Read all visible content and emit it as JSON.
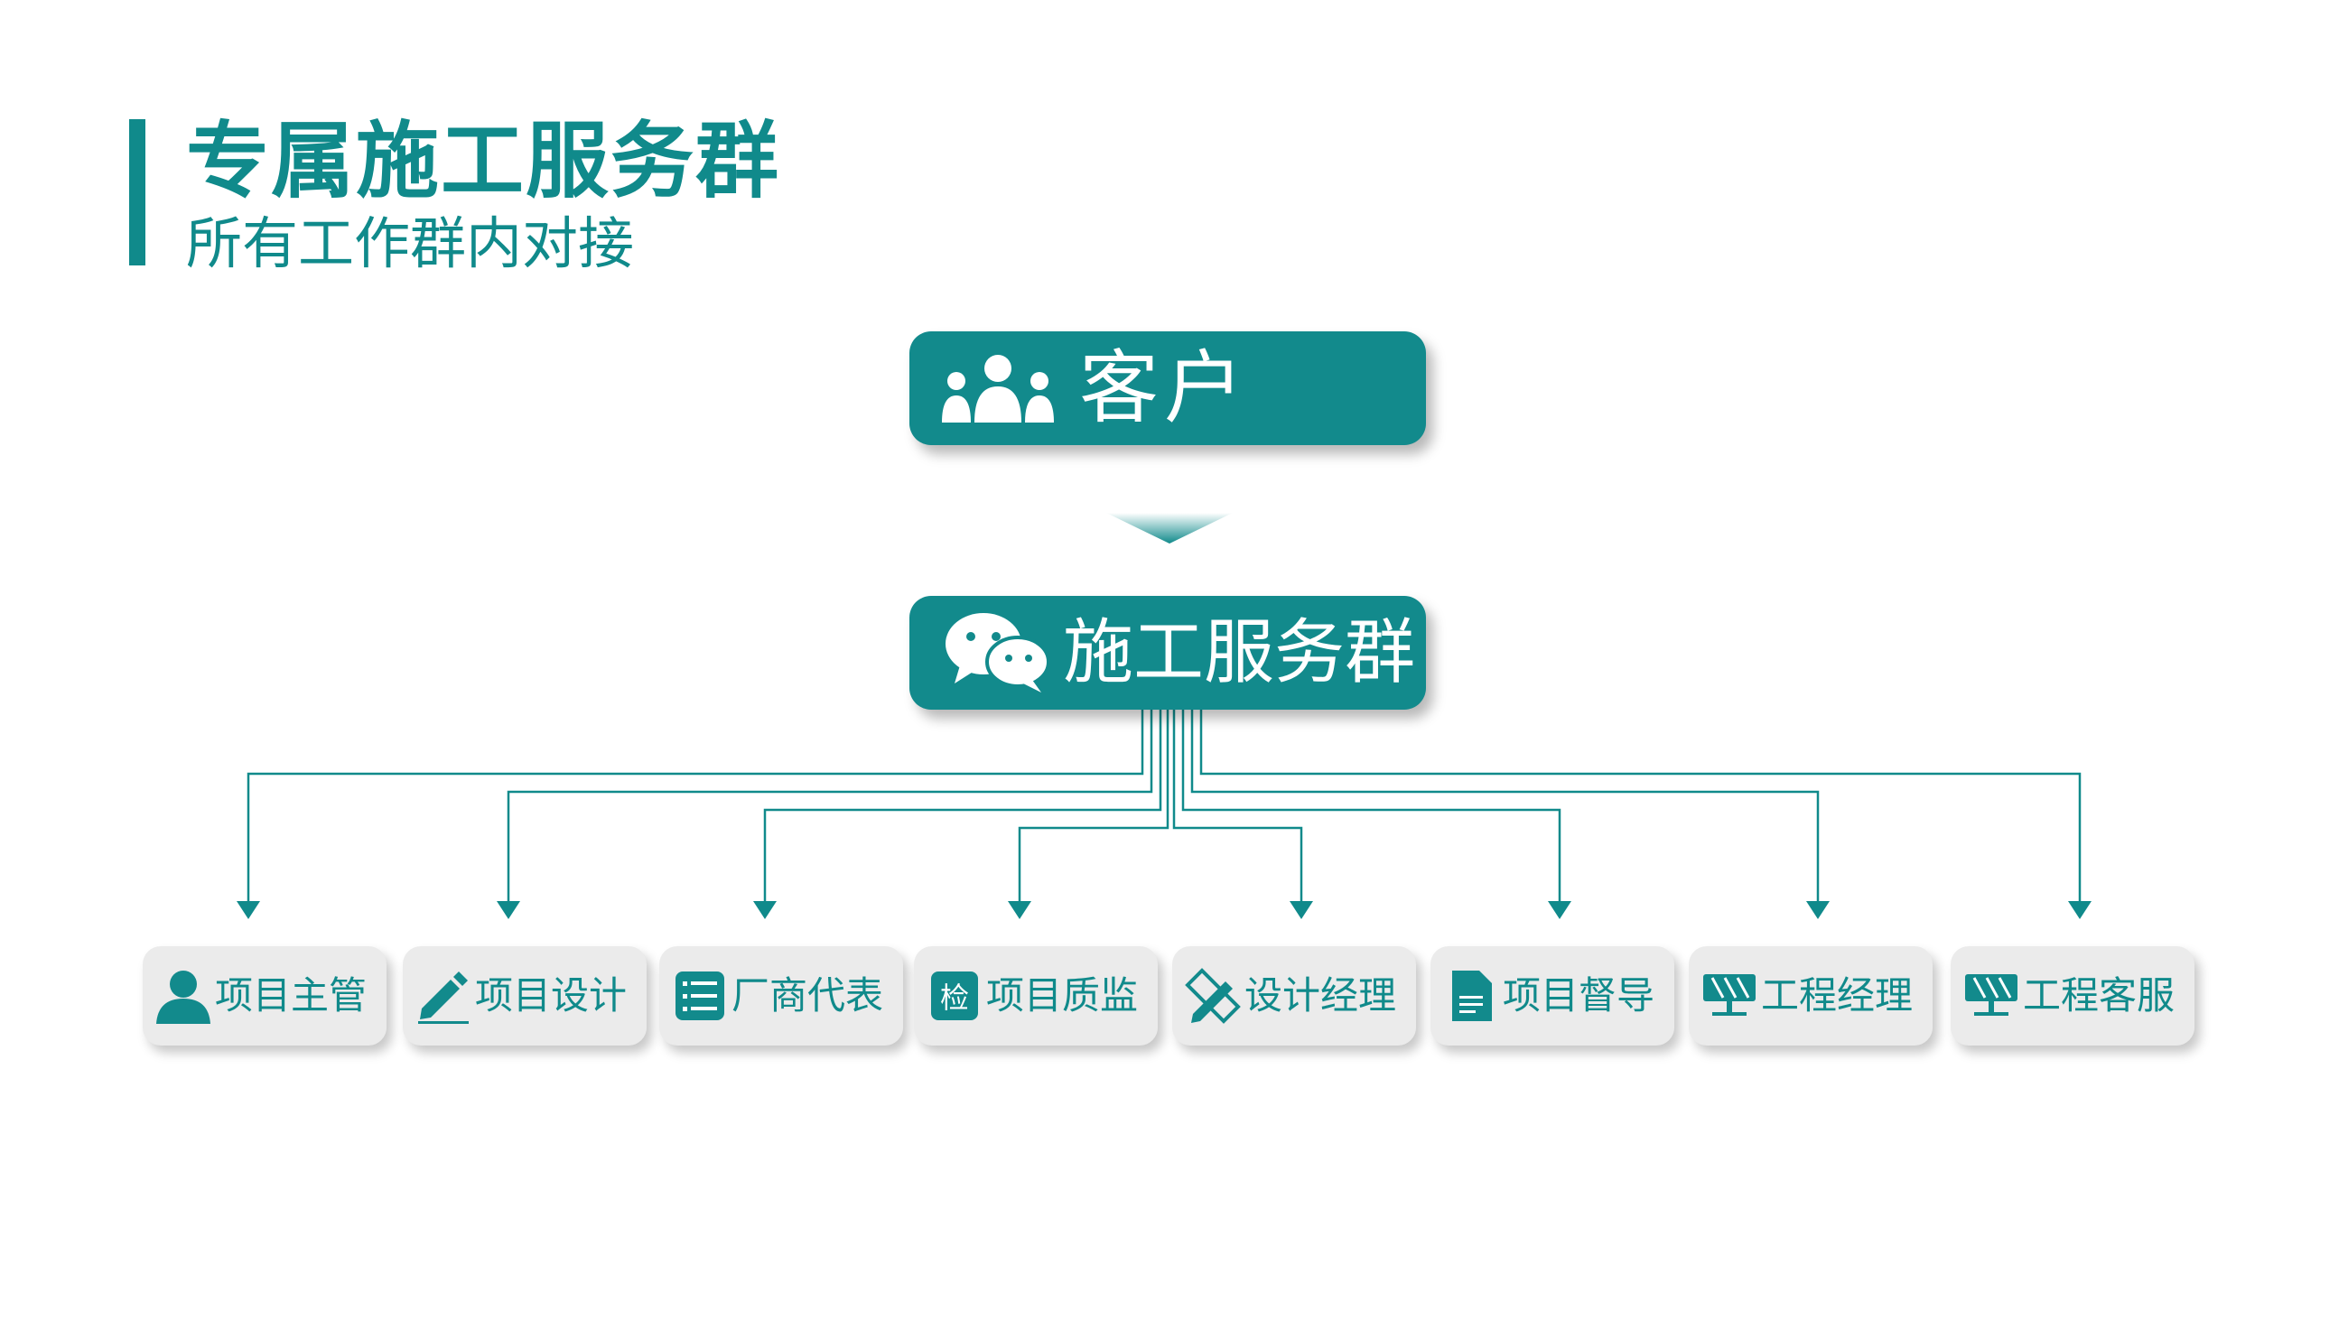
{
  "header": {
    "title": "专属施工服务群",
    "subtitle": "所有工作群内对接"
  },
  "colors": {
    "accent": "#108a8b",
    "box_fill": "#128a8c",
    "role_fill": "#ebebeb",
    "text_on_accent": "#ffffff"
  },
  "customer": {
    "label": "客户",
    "icon": "people-group-icon"
  },
  "group": {
    "label": "施工服务群",
    "icon": "wechat-chat-icon"
  },
  "roles": [
    {
      "label": "项目主管",
      "icon": "person-icon"
    },
    {
      "label": "项目设计",
      "icon": "pencil-icon"
    },
    {
      "label": "厂商代表",
      "icon": "list-icon"
    },
    {
      "label": "项目质监",
      "icon": "inspect-badge-icon",
      "icon_text": "检"
    },
    {
      "label": "设计经理",
      "icon": "ruler-pencil-icon"
    },
    {
      "label": "项目督导",
      "icon": "document-icon"
    },
    {
      "label": "工程经理",
      "icon": "solar-panel-icon"
    },
    {
      "label": "工程客服",
      "icon": "solar-panel-icon"
    }
  ]
}
